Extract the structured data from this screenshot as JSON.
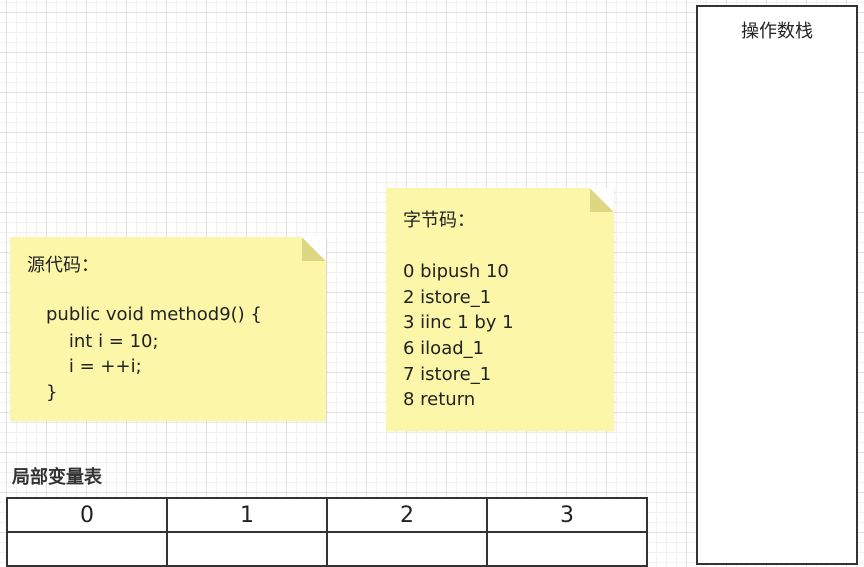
{
  "source_note": {
    "title": "源代码：",
    "lines": [
      "public void method9() {",
      "    int i = 10;",
      "    i = ++i;",
      "}"
    ]
  },
  "bytecode_note": {
    "title": "字节码：",
    "lines": [
      "0 bipush 10",
      "2 istore_1",
      "3 iinc 1 by 1",
      "6 iload_1",
      "7 istore_1",
      "8 return"
    ]
  },
  "operand_stack": {
    "title": "操作数栈"
  },
  "local_variable_table": {
    "label": "局部变量表",
    "headers": [
      "0",
      "1",
      "2",
      "3"
    ]
  },
  "colors": {
    "note_fill": "#fbf6a8",
    "note_fold": "#ddd784",
    "border": "#333333",
    "grid": "#e2e2e2"
  }
}
